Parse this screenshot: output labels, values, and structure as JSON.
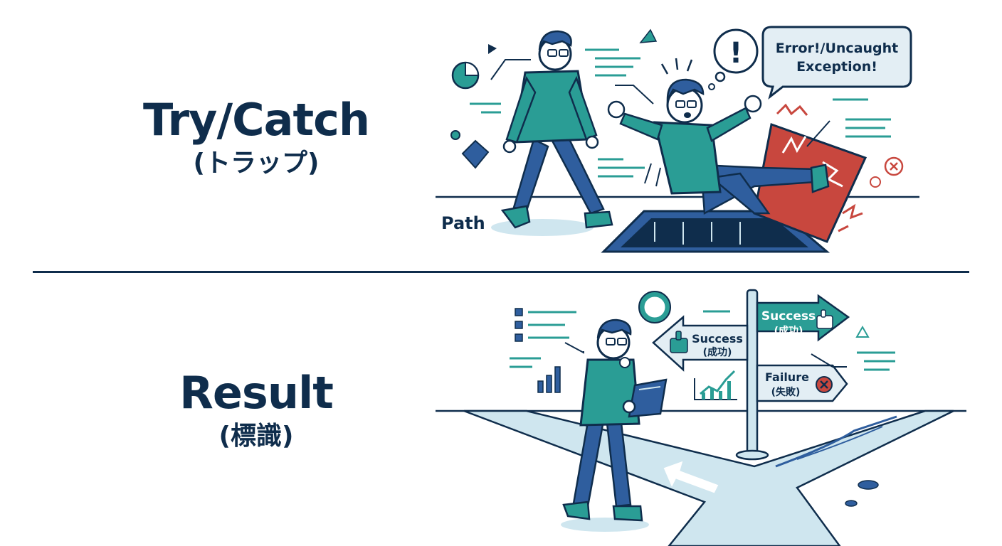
{
  "top": {
    "title": "Try/Catch",
    "subtitle": "(トラップ)",
    "path_label": "Path",
    "speech_line1": "Error!/Uncaught",
    "speech_line2": "Exception!",
    "alert_glyph": "!"
  },
  "bottom": {
    "title": "Result",
    "subtitle": "(標識)",
    "sign_success_right_line1": "Success",
    "sign_success_right_line2": "(成功)",
    "sign_success_left_line1": "Success",
    "sign_success_left_line2": "(成功)",
    "sign_failure_line1": "Failure",
    "sign_failure_line2": "(失敗)"
  },
  "colors": {
    "navy": "#0f2d4c",
    "teal": "#2a9d95",
    "denim": "#2f5e9e",
    "red": "#c8473e",
    "light_blue": "#cfe6ef"
  },
  "icons": [
    "exclamation-icon",
    "thumbs-up-icon",
    "x-circle-icon",
    "pie-chart-icon",
    "bar-chart-icon",
    "line-chart-icon",
    "tablet-icon",
    "arrow-icon"
  ]
}
